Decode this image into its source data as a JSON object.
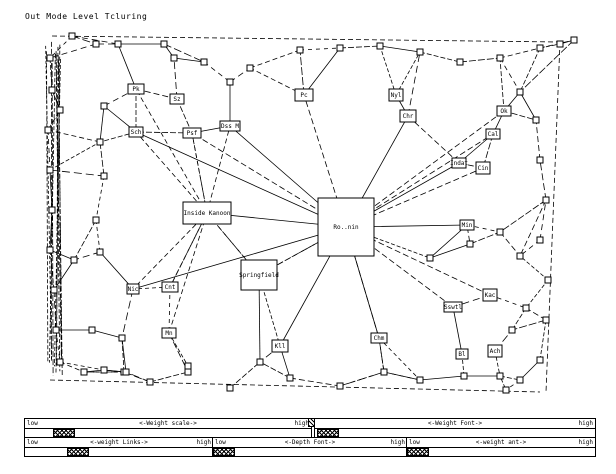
{
  "window": {
    "title": "Out Mode Level Tcluring"
  },
  "graph": {
    "nodes": [
      {
        "id": "center",
        "label": "Ro..nin"
      },
      {
        "id": "lcenter",
        "label": "Inside Kanoon"
      },
      {
        "id": "lower",
        "label": "Springfield"
      },
      {
        "id": "pk",
        "label": "Pk"
      },
      {
        "id": "sz",
        "label": "Sz"
      },
      {
        "id": "pc",
        "label": "Pc"
      },
      {
        "id": "ny",
        "label": "Nyl"
      },
      {
        "id": "chr",
        "label": "Chr"
      },
      {
        "id": "psf",
        "label": "Psf"
      },
      {
        "id": "dss",
        "label": "Dss M"
      },
      {
        "id": "kll",
        "label": "Kll"
      },
      {
        "id": "ok",
        "label": "Ok"
      },
      {
        "id": "cal",
        "label": "Cal"
      },
      {
        "id": "ind",
        "label": "Indat"
      },
      {
        "id": "cin",
        "label": "Cin"
      },
      {
        "id": "min",
        "label": "Min"
      },
      {
        "id": "kac",
        "label": "Kac"
      },
      {
        "id": "ssw",
        "label": "Sswtl"
      },
      {
        "id": "ach",
        "label": "Ach"
      },
      {
        "id": "bl",
        "label": "Bl"
      },
      {
        "id": "chm",
        "label": "Chm"
      },
      {
        "id": "cnt",
        "label": "Cnt"
      },
      {
        "id": "nic",
        "label": "Nic"
      },
      {
        "id": "sch",
        "label": "Sch"
      },
      {
        "id": "mn",
        "label": "Mn"
      }
    ]
  },
  "sliders": {
    "s1": {
      "low": "low",
      "caption": "<-Weight scale->",
      "high": "high"
    },
    "s2": {
      "low": "low",
      "caption": "<-Weight Font->",
      "high": "high"
    },
    "s3": {
      "low": "low",
      "caption": "<-weight Links->",
      "high": "high"
    },
    "s4": {
      "low": "low",
      "caption": "<-Depth Font->",
      "high": "high"
    },
    "s5": {
      "low": "low",
      "caption": "<-weight ant->",
      "high": "high"
    }
  }
}
